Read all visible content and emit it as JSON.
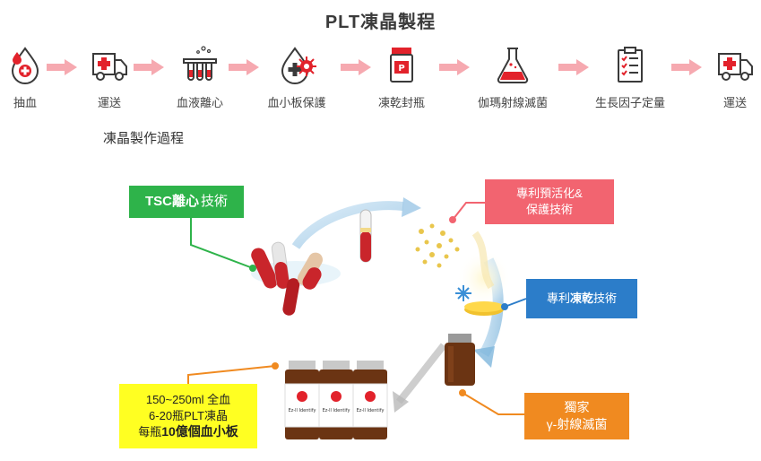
{
  "title": "PLT凍晶製程",
  "subtitle": "凍晶製作過程",
  "steps": [
    {
      "label": "抽血",
      "icon": "blood-drop-icon"
    },
    {
      "label": "運送",
      "icon": "ambulance-icon"
    },
    {
      "label": "血液離心",
      "icon": "test-tubes-icon"
    },
    {
      "label": "血小板保護",
      "icon": "protected-drop-icon"
    },
    {
      "label": "凍乾封瓶",
      "icon": "sealed-bottle-icon"
    },
    {
      "label": "伽瑪射線滅菌",
      "icon": "flask-icon"
    },
    {
      "label": "生長因子定量",
      "icon": "clipboard-icon"
    },
    {
      "label": "運送",
      "icon": "ambulance-icon"
    }
  ],
  "diagram": {
    "tsc_bold": "TSC離心",
    "tsc_rest": "技術",
    "preactivation_line1": "專利預活化&",
    "preactivation_line2": "保護技術",
    "freeze_dry_prefix": "專利",
    "freeze_dry_bold": "凍乾",
    "freeze_dry_suffix": "技術",
    "gamma_line1": "獨家",
    "gamma_line2": "γ-射線滅菌",
    "yield_line1": "150~250ml 全血",
    "yield_line2": "6-20瓶PLT凍晶",
    "yield_line3_prefix": "每瓶",
    "yield_line3_bold": "10億個血小板",
    "vial_brand": "Ez-ll Identify"
  },
  "colors": {
    "arrow_pink": "#f6a9b0",
    "icon_red": "#e2222b",
    "icon_dark": "#3a3a3a",
    "green": "#2eb34a",
    "pink": "#f26470",
    "blue": "#2c7dc9",
    "orange": "#f08a20",
    "yellow": "#ffff22"
  }
}
